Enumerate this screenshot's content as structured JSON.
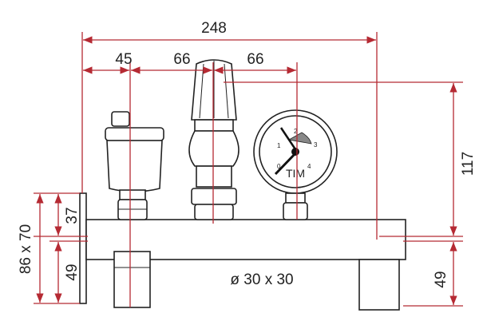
{
  "dimensions": {
    "overall_width": "248",
    "segment_1": "45",
    "segment_2": "66",
    "segment_3": "66",
    "height_right": "117",
    "leg_height": "49",
    "plate_size": "86 x 70",
    "plate_upper": "37",
    "plate_lower": "49",
    "pipe_section": "ø 30 x 30"
  },
  "gauge": {
    "brand": "TIM",
    "scale": [
      "0",
      "1",
      "2",
      "3",
      "4"
    ]
  },
  "colors": {
    "dimension_line": "#b52a33",
    "outline": "#222222"
  }
}
